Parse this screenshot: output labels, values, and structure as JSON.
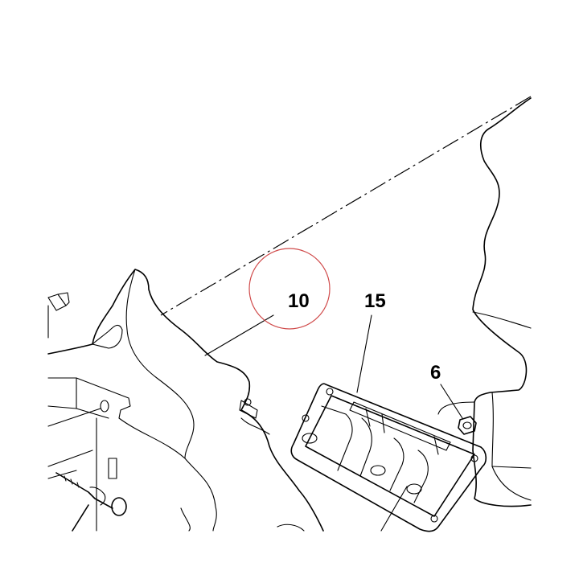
{
  "callouts": [
    {
      "id": "callout-10",
      "text": "10"
    },
    {
      "id": "callout-15",
      "text": "15"
    },
    {
      "id": "callout-6",
      "text": "6"
    }
  ],
  "highlight": {
    "color": "#d04b4b",
    "target": "10"
  },
  "line_color": "#000000",
  "background": "#ffffff"
}
